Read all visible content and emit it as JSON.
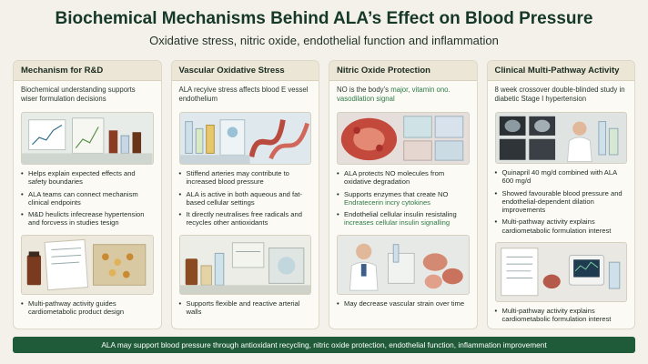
{
  "title": "Biochemical Mechanisms Behind ALA’s Effect on Blood Pressure",
  "subtitle": "Oxidative stress, nitric oxide, endothelial function and inflammation",
  "columns": [
    {
      "heading": "Mechanism for R&D",
      "intro": "Biochemical understanding supports wiser formulation decisions",
      "bullets_top": [
        "Helps explain expected effects and safety boundaries",
        "ALA teams can connect mechanism clinical endpoints",
        "M&D heulicts infecrease hypertension and forcvess in studies tesign"
      ],
      "bullets_bottom": [
        "Multi-pathway activity guides cardiometabolic product design"
      ]
    },
    {
      "heading": "Vascular Oxidative Stress",
      "intro": "ALA recyive stress affects blood E vessel endothelium",
      "bullets_top": [
        "Stiffend arteries may contribute to increased blood pressure",
        "ALA is active in both aqueous and fat-based cellular settings",
        "It directly neutralises free radicals and recycles other antioxidants"
      ],
      "bullets_bottom": [
        "Supports flexible and reactive arterial walls"
      ]
    },
    {
      "heading": "Nitric Oxide Protection",
      "intro_a": "NO is the body’s ",
      "intro_b": "major, vitamin ono. vasodilation signal",
      "bullets_top": [
        "ALA protects NO molecules from oxidative degradation",
        "Supports enzymes that create NO"
      ],
      "bullet_green": "Endratecerin incry cytokines",
      "bullet_mixed_a": "Endothelial cellular insulin resistaling ",
      "bullet_mixed_b": "increases cellular insulin signalling",
      "bullets_bottom": [
        "May decrease vascular strain over time"
      ]
    },
    {
      "heading": "Clinical Multi-Pathway Activity",
      "intro": "8 week crossover double-blinded study in diabetic Stage I hypertension",
      "bullets_top": [
        "Quinapril 40 mg/d combined with ALA 600 mg/d",
        "Showed favourable blood pressure and endothelial-dependent dilation improvements",
        "Multi-pathway activity explains cardiometabolic formulation interest"
      ],
      "bullets_bottom": [
        "Multi-pathway activity explains cardiometabolic formulation interest"
      ]
    }
  ],
  "footer": "ALA may support blood pressure through antioxidant recycling, nitric oxide protection, endothelial function, inflammation improvement"
}
